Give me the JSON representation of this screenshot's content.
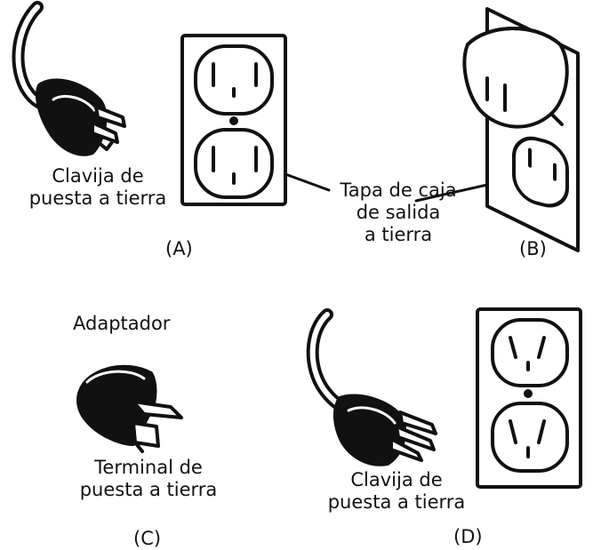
{
  "panels": {
    "a": {
      "letter": "(A)",
      "plug_label": "Clavija de\npuesta a tierra",
      "outlet_label": "Tapa de caja\nde salida\na tierra"
    },
    "b": {
      "letter": "(B)"
    },
    "c": {
      "letter": "(C)",
      "adapter_label": "Adaptador",
      "terminal_label": "Terminal de\npuesta a tierra"
    },
    "d": {
      "letter": "(D)",
      "plug_label": "Clavija de\npuesta a tierra"
    }
  },
  "colors": {
    "ink": "#111111",
    "background": "#ffffff"
  },
  "icons": [
    "grounded-plug-icon",
    "duplex-outlet-icon",
    "adapter-icon"
  ]
}
